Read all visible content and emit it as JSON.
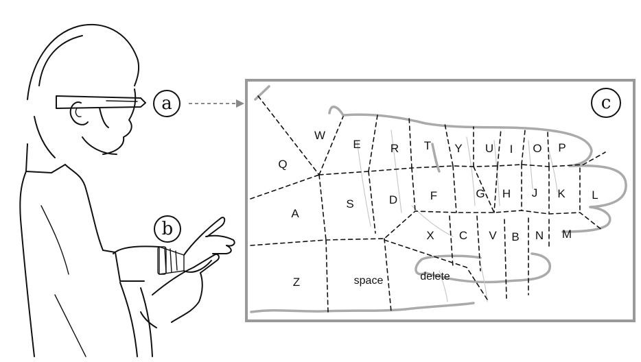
{
  "callouts": {
    "a": "a",
    "b": "b",
    "c": "c"
  },
  "keyboard": {
    "row1": [
      "Q",
      "W",
      "E",
      "R",
      "T",
      "Y",
      "U",
      "I",
      "O",
      "P"
    ],
    "row2": [
      "A",
      "S",
      "D",
      "F",
      "G",
      "H",
      "J",
      "K",
      "L"
    ],
    "row3": [
      "Z",
      "X",
      "C",
      "V",
      "B",
      "N",
      "M"
    ],
    "space": "space",
    "delete": "delete"
  },
  "colors": {
    "panel_border": "#999999",
    "hand_outline": "#aaaaaa",
    "ink": "#111111"
  }
}
